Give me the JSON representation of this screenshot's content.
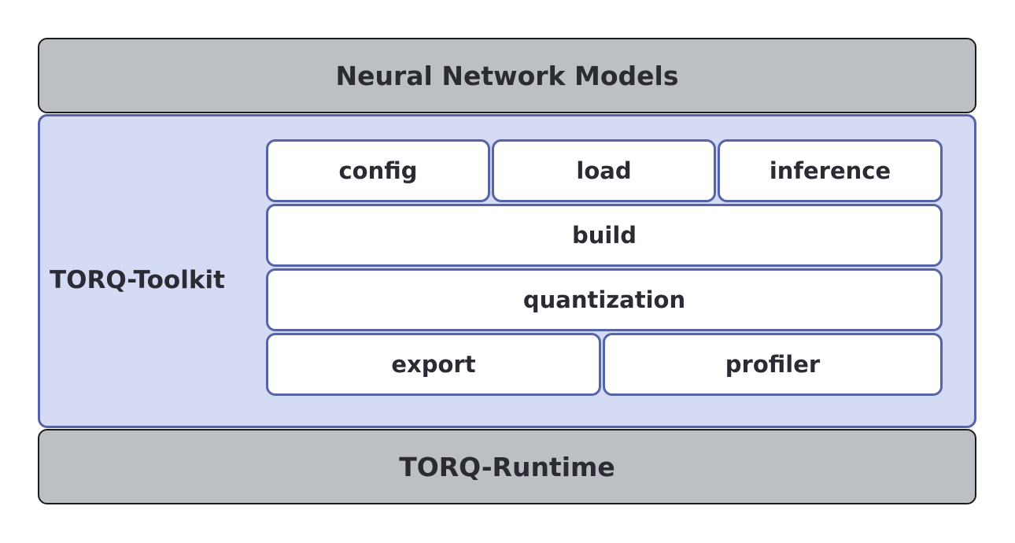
{
  "diagram": {
    "top_layer": {
      "label": "Neural Network Models"
    },
    "toolkit": {
      "label": "TORQ-Toolkit",
      "modules": {
        "config": "config",
        "load": "load",
        "inference": "inference",
        "build": "build",
        "quantization": "quantization",
        "export": "export",
        "profiler": "profiler"
      }
    },
    "bottom_layer": {
      "label": "TORQ-Runtime"
    }
  },
  "colors": {
    "gray_layer_fill": "#bcbfc3",
    "gray_layer_border": "#1c1c1e",
    "toolkit_fill": "#d5dbf4",
    "toolkit_border": "#5663a8",
    "module_fill": "#ffffff",
    "text": "#2b2b33"
  }
}
